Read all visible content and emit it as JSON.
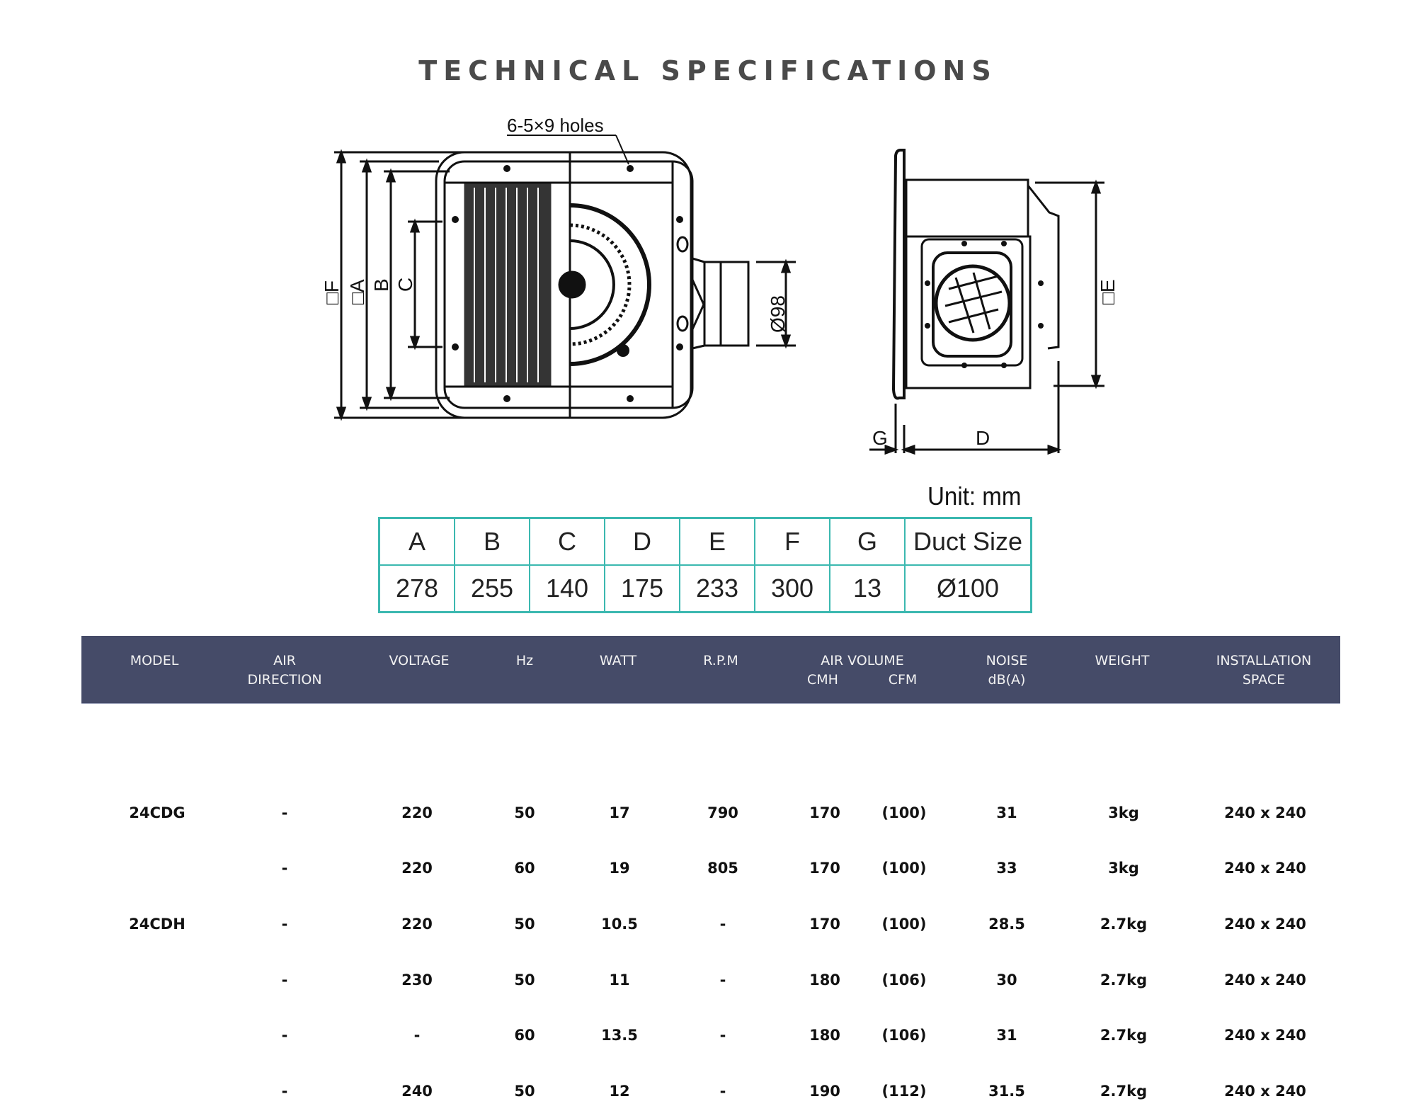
{
  "title": "TECHNICAL SPECIFICATIONS",
  "drawing": {
    "front_view": {
      "callout": "6-5×9 holes",
      "dimension_labels": [
        "□F",
        "□A",
        "B",
        "C"
      ],
      "duct_label": "Ø98"
    },
    "side_view": {
      "dimension_labels": [
        "□E",
        "G",
        "D"
      ]
    }
  },
  "dimensions": {
    "unit_label": "Unit: mm",
    "headers": [
      "A",
      "B",
      "C",
      "D",
      "E",
      "F",
      "G",
      "Duct Size"
    ],
    "values": [
      "278",
      "255",
      "140",
      "175",
      "233",
      "300",
      "13",
      "Ø100"
    ]
  },
  "spec_table": {
    "header_color": "#454b68",
    "columns": [
      {
        "line1": "MODEL",
        "line2": ""
      },
      {
        "line1": "AIR",
        "line2": "DIRECTION"
      },
      {
        "line1": "VOLTAGE",
        "line2": ""
      },
      {
        "line1": "Hz",
        "line2": ""
      },
      {
        "line1": "WATT",
        "line2": ""
      },
      {
        "line1": "R.P.M",
        "line2": ""
      },
      {
        "line1": "AIR VOLUME",
        "line2": ""
      },
      {
        "line1": "NOISE",
        "line2": "dB(A)"
      },
      {
        "line1": "WEIGHT",
        "line2": ""
      },
      {
        "line1": "INSTALLATION",
        "line2": "SPACE"
      }
    ],
    "subcolumns": {
      "cmh": "CMH",
      "cfm": "CFM"
    },
    "rows": [
      {
        "model": "24CDG",
        "air_direction": "-",
        "voltage": "220",
        "hz": "50",
        "watt": "17",
        "rpm": "790",
        "cmh": "170",
        "cfm": "(100)",
        "noise": "31",
        "weight": "3kg",
        "installation": "240 x 240"
      },
      {
        "model": "",
        "air_direction": "-",
        "voltage": "220",
        "hz": "60",
        "watt": "19",
        "rpm": "805",
        "cmh": "170",
        "cfm": "(100)",
        "noise": "33",
        "weight": "3kg",
        "installation": "240 x 240"
      },
      {
        "model": "24CDH",
        "air_direction": "-",
        "voltage": "220",
        "hz": "50",
        "watt": "10.5",
        "rpm": "-",
        "cmh": "170",
        "cfm": "(100)",
        "noise": "28.5",
        "weight": "2.7kg",
        "installation": "240 x 240"
      },
      {
        "model": "",
        "air_direction": "-",
        "voltage": "230",
        "hz": "50",
        "watt": "11",
        "rpm": "-",
        "cmh": "180",
        "cfm": "(106)",
        "noise": "30",
        "weight": "2.7kg",
        "installation": "240 x 240"
      },
      {
        "model": "",
        "air_direction": "-",
        "voltage": "-",
        "hz": "60",
        "watt": "13.5",
        "rpm": "-",
        "cmh": "180",
        "cfm": "(106)",
        "noise": "31",
        "weight": "2.7kg",
        "installation": "240 x 240"
      },
      {
        "model": "",
        "air_direction": "-",
        "voltage": "240",
        "hz": "50",
        "watt": "12",
        "rpm": "-",
        "cmh": "190",
        "cfm": "(112)",
        "noise": "31.5",
        "weight": "2.7kg",
        "installation": "240 x 240"
      }
    ]
  }
}
